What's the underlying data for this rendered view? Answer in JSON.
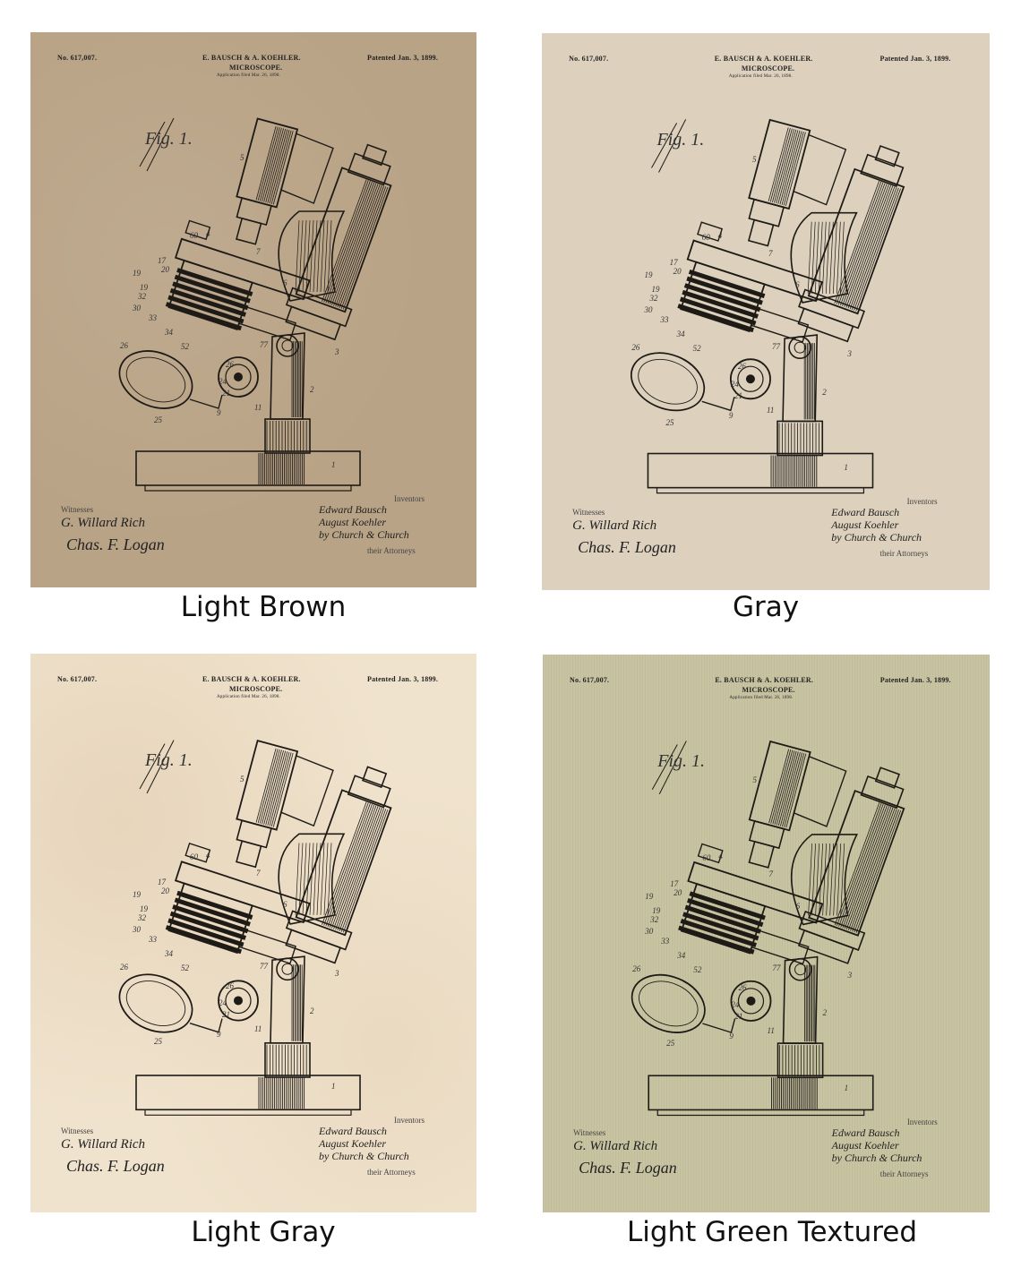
{
  "patent": {
    "number": "No. 617,007.",
    "inventors": "E. BAUSCH & A. KOEHLER.",
    "title": "MICROSCOPE.",
    "application": "Application filed Mar. 26, 1898.",
    "date": "Patented Jan. 3, 1899.",
    "figure": "Fig. 1.",
    "witnesses_label": "Witnesses",
    "witness_1": "G. Willard Rich",
    "witness_2": "Chas. F. Logan",
    "inventors_label": "Inventors",
    "inventor_1": "Edward Bausch",
    "inventor_2": "August Koehler",
    "inventor_3": "by Church & Church",
    "attorneys_label": "their Attorneys",
    "part_numbers": [
      "5",
      "4",
      "60",
      "7",
      "17",
      "20",
      "19",
      "26",
      "19",
      "32",
      "30",
      "33",
      "34",
      "52",
      "26",
      "24",
      "21",
      "25",
      "9",
      "11",
      "2",
      "3",
      "77",
      "1",
      "6"
    ]
  },
  "variants": [
    {
      "caption": "Light Brown",
      "bg": "#b9a386"
    },
    {
      "caption": "Gray",
      "bg": "#ddd1bd"
    },
    {
      "caption": "Light Gray",
      "bg": "#f0e3cd"
    },
    {
      "caption": "Light Green Textured",
      "bg": "#c8c4a2"
    }
  ]
}
